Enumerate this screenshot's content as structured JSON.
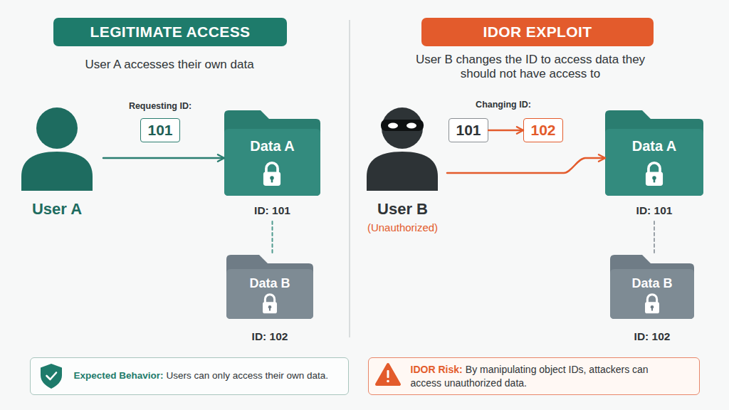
{
  "diagram": {
    "nodes": [
      {
        "text": [
          "LEGITIMATE ACCESS"
        ]
      },
      {
        "text": [
          "User A"
        ]
      },
      {
        "text": [
          "101"
        ]
      },
      {
        "text": [
          "Data A",
          "ID: 101"
        ]
      },
      {
        "text": [
          "Data B",
          "ID: 102"
        ]
      },
      {
        "text": [
          "IDOR EXPLOIT"
        ]
      },
      {
        "text": [
          "User B",
          "(Unauthorized)"
        ]
      },
      {
        "text": [
          "101"
        ]
      },
      {
        "text": [
          "102"
        ]
      },
      {
        "text": [
          "Data A",
          "ID: 101"
        ]
      },
      {
        "text": [
          "Data B",
          "ID: 102"
        ]
      },
      {
        "text": [
          "Expected Behavior:",
          "Users can only access their own data."
        ]
      },
      {
        "text": [
          "IDOR Risk:",
          "By manipulating object IDs, attackers can access unauthorized data."
        ]
      }
    ],
    "edges": [
      {
        "from": 1,
        "to": 3,
        "arrow": "to"
      },
      {
        "from": 3,
        "to": 4,
        "arrow": "none"
      },
      {
        "from": 7,
        "to": 8,
        "arrow": "to"
      },
      {
        "from": 6,
        "to": 9,
        "arrow": "to"
      },
      {
        "from": 9,
        "to": 10,
        "arrow": "none"
      }
    ],
    "labels": [
      "User A accesses their own data",
      "Requesting ID:",
      "User B changes the ID to access data they should not have access to",
      "Changing ID:"
    ]
  }
}
